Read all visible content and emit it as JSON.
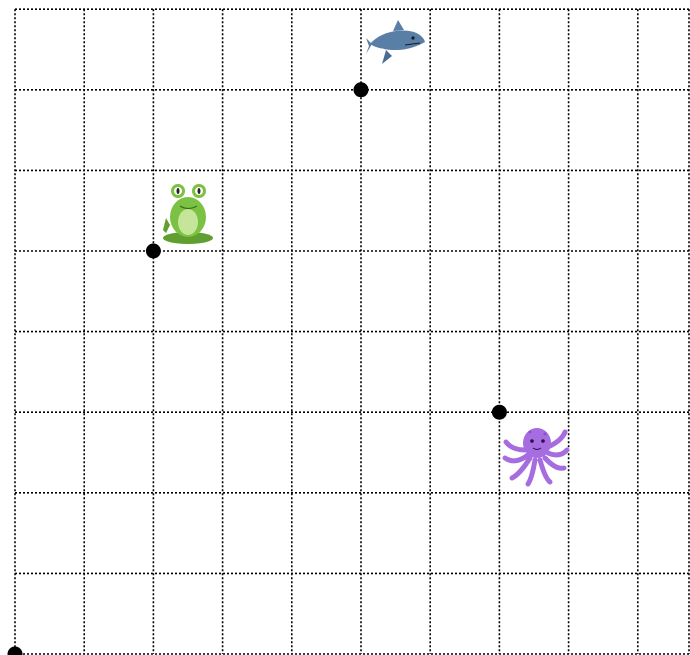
{
  "grid": {
    "columns": 10,
    "rows": 8,
    "line_color": "#000000",
    "line_style": "dotted",
    "background": "#ffffff"
  },
  "points": [
    {
      "name": "origin",
      "col": 0,
      "row": 0
    },
    {
      "name": "frog",
      "col": 2,
      "row": 5
    },
    {
      "name": "shark",
      "col": 5,
      "row": 7
    },
    {
      "name": "octopus",
      "col": 7,
      "row": 3
    }
  ],
  "animals": [
    {
      "kind": "shark",
      "icon": "shark-icon",
      "anchor_point": "shark",
      "colors": {
        "body": "#5a7fa6",
        "belly": "#ffffff"
      }
    },
    {
      "kind": "frog",
      "icon": "frog-icon",
      "anchor_point": "frog",
      "colors": {
        "body": "#7cc242",
        "belly": "#c5e59a"
      }
    },
    {
      "kind": "octopus",
      "icon": "octopus-icon",
      "anchor_point": "octopus",
      "colors": {
        "body": "#a66de0",
        "spots": "#8a4fcf"
      }
    }
  ],
  "point_color": "#000000"
}
